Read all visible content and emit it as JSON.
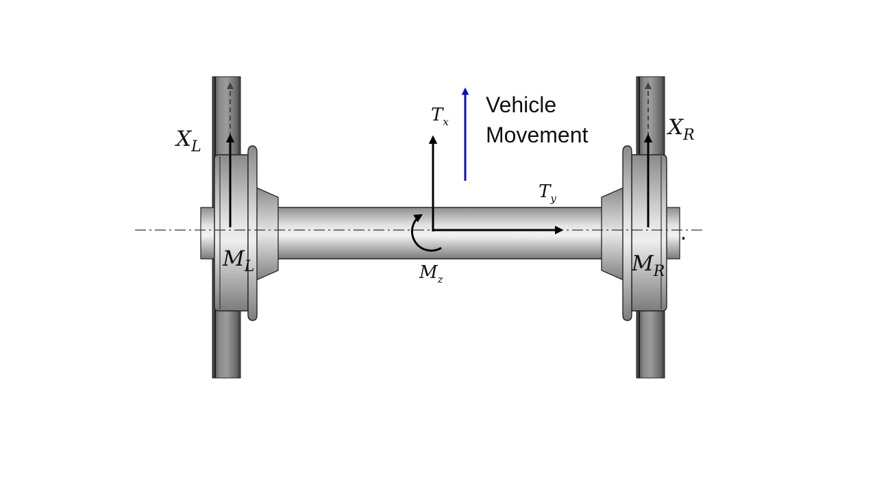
{
  "labels": {
    "x_left": {
      "main": "X",
      "sub": "L"
    },
    "x_right": {
      "main": "X",
      "sub": "R"
    },
    "m_left": {
      "main": "M",
      "sub": "L"
    },
    "m_right": {
      "main": "M",
      "sub": "R"
    },
    "t_x": {
      "main": "T",
      "sub": "x"
    },
    "t_y": {
      "main": "T",
      "sub": "y"
    },
    "m_z": {
      "main": "M",
      "sub": "z"
    },
    "vehicle_movement": {
      "line1": "Vehicle",
      "line2": "Movement"
    }
  },
  "colors": {
    "movement_arrow": "#1010a8",
    "force_arrows": "#000000"
  }
}
